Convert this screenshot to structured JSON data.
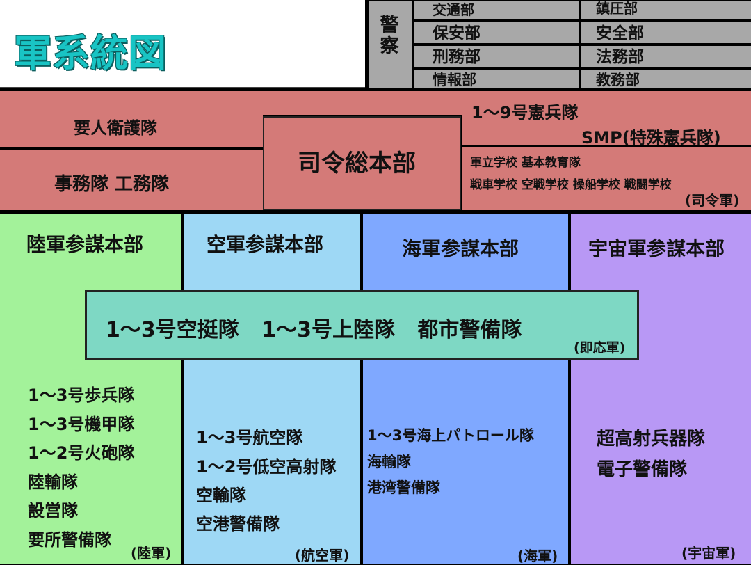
{
  "title": "軍系統図",
  "police": {
    "label": "警察",
    "departments": [
      "交通部",
      "鎮圧部",
      "保安部",
      "安全部",
      "刑務部",
      "法務部",
      "情報部",
      "教務部"
    ]
  },
  "hq": {
    "vip_guard": "要人衛護隊",
    "admin": "事務隊 工務隊",
    "title": "司令総本部",
    "mp": "1〜9号憲兵隊",
    "smp": "SMP(特殊憲兵隊)",
    "schools_1": "軍立学校 基本教育隊",
    "schools_2": "戦車学校 空戦学校 操船学校 戦闘学校",
    "tag": "(司令軍)"
  },
  "branches": {
    "army": {
      "staff": "陸軍参謀本部",
      "units": [
        "1〜3号歩兵隊",
        "1〜3号機甲隊",
        "1〜2号火砲隊",
        "陸輸隊",
        "設営隊",
        "要所警備隊"
      ],
      "tag": "(陸軍)"
    },
    "airforce": {
      "staff": "空軍参謀本部",
      "units": [
        "1〜3号航空隊",
        "1〜2号低空高射隊",
        "空輸隊",
        "空港警備隊"
      ],
      "tag": "(航空軍)"
    },
    "navy": {
      "staff": "海軍参謀本部",
      "units": [
        "1〜3号海上パトロール隊",
        "海輸隊",
        "港湾警備隊"
      ],
      "tag": "(海軍)"
    },
    "space": {
      "staff": "宇宙軍参謀本部",
      "units": [
        "超高射兵器隊",
        "電子警備隊"
      ],
      "tag": "(宇宙軍)"
    }
  },
  "rapid": {
    "units": "1〜3号空挺隊 1〜3号上陸隊 都市警備隊",
    "tag": "(即応軍)"
  },
  "colors": {
    "title": "#19c4c4",
    "hq": "#d47a78",
    "police": "#a8a8a8",
    "army": "#a3f29a",
    "airforce": "#9ed8f5",
    "navy": "#7fa8ff",
    "space": "#b898f5",
    "rapid": "#7ed8c4"
  }
}
